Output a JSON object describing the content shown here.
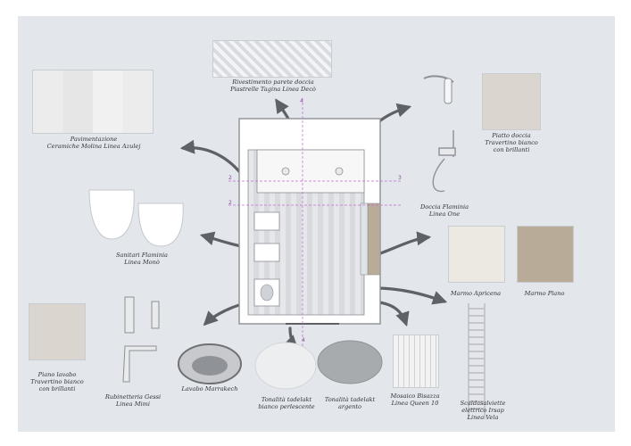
{
  "board": {
    "background": "#e3e6ea"
  },
  "labels": {
    "shower_wall": "Rivestimento parete doccia\nPiastrelle Tagina Linea Decò",
    "flooring": "Pavimentazione\nCeramiche Molina Linea Azulej",
    "shower_tray": "Piatto doccia\nTravertino bianco\ncon brillanti",
    "shower_set": "Doccia Flaminia\nLinea One",
    "sanitary": "Sanitari Flaminia\nLinea Monò",
    "marble_apricena": "Marmo Apricena",
    "marble_plano": "Marmo Plano",
    "sink_top": "Piano lavabo\nTravertino bianco\ncon brillanti",
    "faucets": "Rubinetteria Gessi\nLinea Mimi",
    "basin": "Lavabo Marrakech",
    "paint_white": "Tonalità tadelakt\nbianco perlescente",
    "paint_silver": "Tonalità tadelakt\nargento",
    "mosaic": "Mosaico Bisazza\nLinea Queen 10",
    "towel_warmer": "Scaldasalviette\nelettrico Irsap\nLinea Vela"
  },
  "plan_marks": {
    "top": "4",
    "left_a": "2",
    "left_b": "2",
    "right_a": "3",
    "bottom": "4"
  },
  "colors": {
    "arrow": "#5e6166",
    "wall": "#9ea2a8",
    "travertine": "#dad6cf",
    "plano": "#b8ab98",
    "mosaic": "#f2f2f2",
    "tadelakt_white": "#eceef0",
    "tadelakt_silver": "#a8abae"
  }
}
